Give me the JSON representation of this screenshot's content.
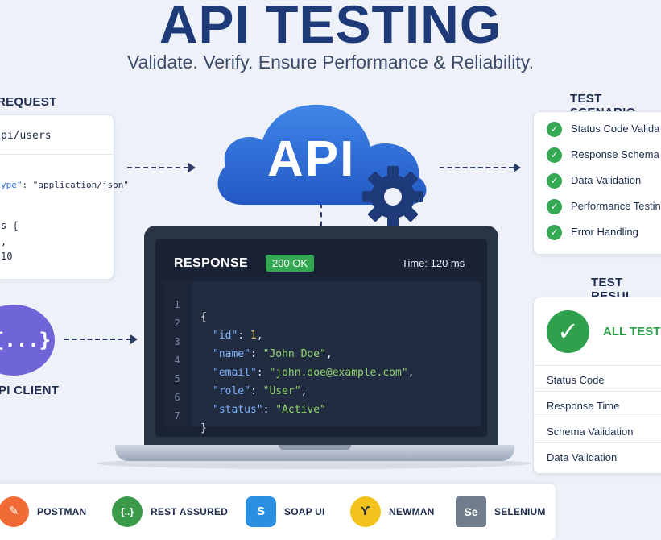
{
  "header": {
    "title": "API TESTING",
    "subtitle": "Validate. Verify. Ensure Performance & Reliability."
  },
  "request": {
    "section_title": "REQUEST",
    "endpoint": "pi/users",
    "header_key": "ype\"",
    "header_value": ": \"application/json\"",
    "body_lines": [
      "s {",
      ",",
      "10"
    ]
  },
  "client": {
    "icon_text": "{...}",
    "label": "PI CLIENT"
  },
  "cloud": {
    "label": "API"
  },
  "response": {
    "label": "RESPONSE",
    "status": "200 OK",
    "time": "Time: 120 ms",
    "line_numbers": [
      "1",
      "2",
      "3",
      "4",
      "5",
      "6",
      "7"
    ],
    "code": {
      "open": "{",
      "id_key": "\"id\"",
      "id_value": "1",
      "name_key": "\"name\"",
      "name_value": "\"John Doe\"",
      "email_key": "\"email\"",
      "email_value": "\"john.doe@example.com\"",
      "role_key": "\"role\"",
      "role_value": "\"User\"",
      "status_key": "\"status\"",
      "status_value": "\"Active\"",
      "close": "}",
      "colon": ": ",
      "comma": ","
    }
  },
  "scenarios": {
    "section_title": "TEST SCENARIO",
    "items": [
      "Status Code Valida",
      "Response Schema",
      "Data Validation",
      "Performance Testin",
      "Error Handling"
    ],
    "check_icon": "✓"
  },
  "results": {
    "section_title": "TEST RESUL",
    "banner": "ALL TESTS",
    "banner_icon": "✓",
    "rows": [
      "Status Code",
      "Response Time",
      "Schema Validation",
      "Data Validation"
    ]
  },
  "tools": [
    {
      "name": "POSTMAN",
      "logo": "✎",
      "color": "#f06a35"
    },
    {
      "name": "REST ASSURED",
      "logo": "{..}",
      "color": "#3a9a4a"
    },
    {
      "name": "SOAP UI",
      "logo": "S",
      "color": "#2a8fe0"
    },
    {
      "name": "NEWMAN",
      "logo": "ϒ",
      "color": "#f4c21d"
    },
    {
      "name": "SELENIUM",
      "logo": "Se",
      "color": "#6f7d8c"
    }
  ],
  "colors": {
    "title": "#1f3a78",
    "cloud": "#2f6fd6",
    "gear": "#1f3a78",
    "success": "#35a853",
    "client": "#6f65d8",
    "laptop": "#2a3447"
  }
}
